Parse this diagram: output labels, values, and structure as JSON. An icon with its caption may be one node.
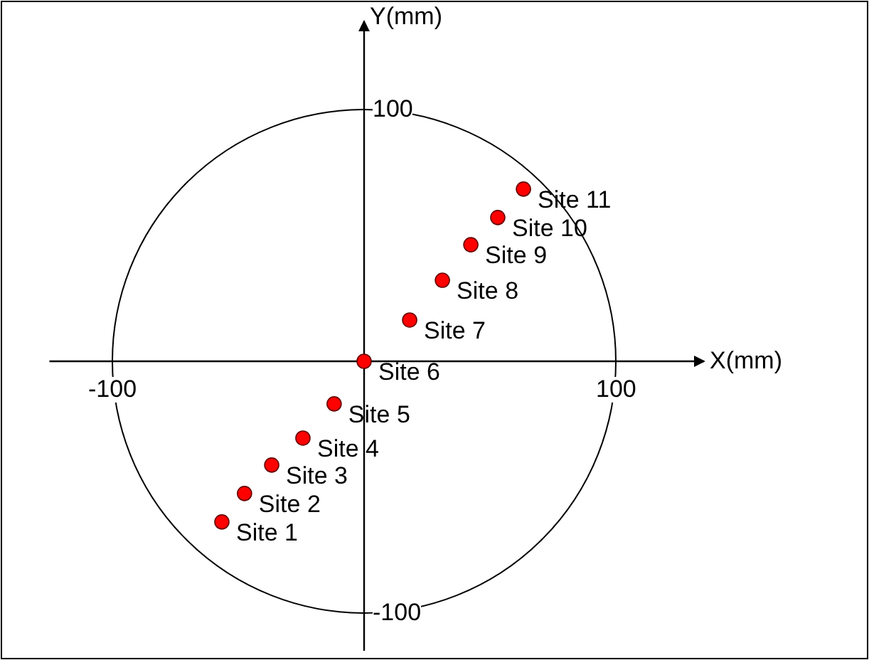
{
  "diagram": {
    "chart_data": {
      "type": "scatter",
      "xlabel": "X(mm)",
      "ylabel": "Y(mm)",
      "xlim": [
        -125,
        135
      ],
      "ylim": [
        -115,
        135
      ],
      "xticks": [
        {
          "value": -100,
          "label": "-100"
        },
        {
          "value": 100,
          "label": "100"
        }
      ],
      "yticks": [
        {
          "value": -100,
          "label": "-100"
        },
        {
          "value": 100,
          "label": "100"
        }
      ],
      "x": [
        -56.5,
        -47.5,
        -36.7,
        -24.3,
        -11.9,
        0,
        18.1,
        31.1,
        42.4,
        53.1,
        63.3
      ],
      "series": [
        {
          "color": "#ff0000",
          "values": [
            -63.8,
            -52.5,
            -41.2,
            -30.5,
            -16.9,
            0,
            16.4,
            32.2,
            46.3,
            57.1,
            68.4
          ]
        }
      ],
      "annotations": [
        "Site 1",
        "Site 2",
        "Site 3",
        "Site 4",
        "Site 5",
        "Site 6",
        "Site 7",
        "Site 8",
        "Site 9",
        "Site 10",
        "Site 11"
      ]
    }
  }
}
